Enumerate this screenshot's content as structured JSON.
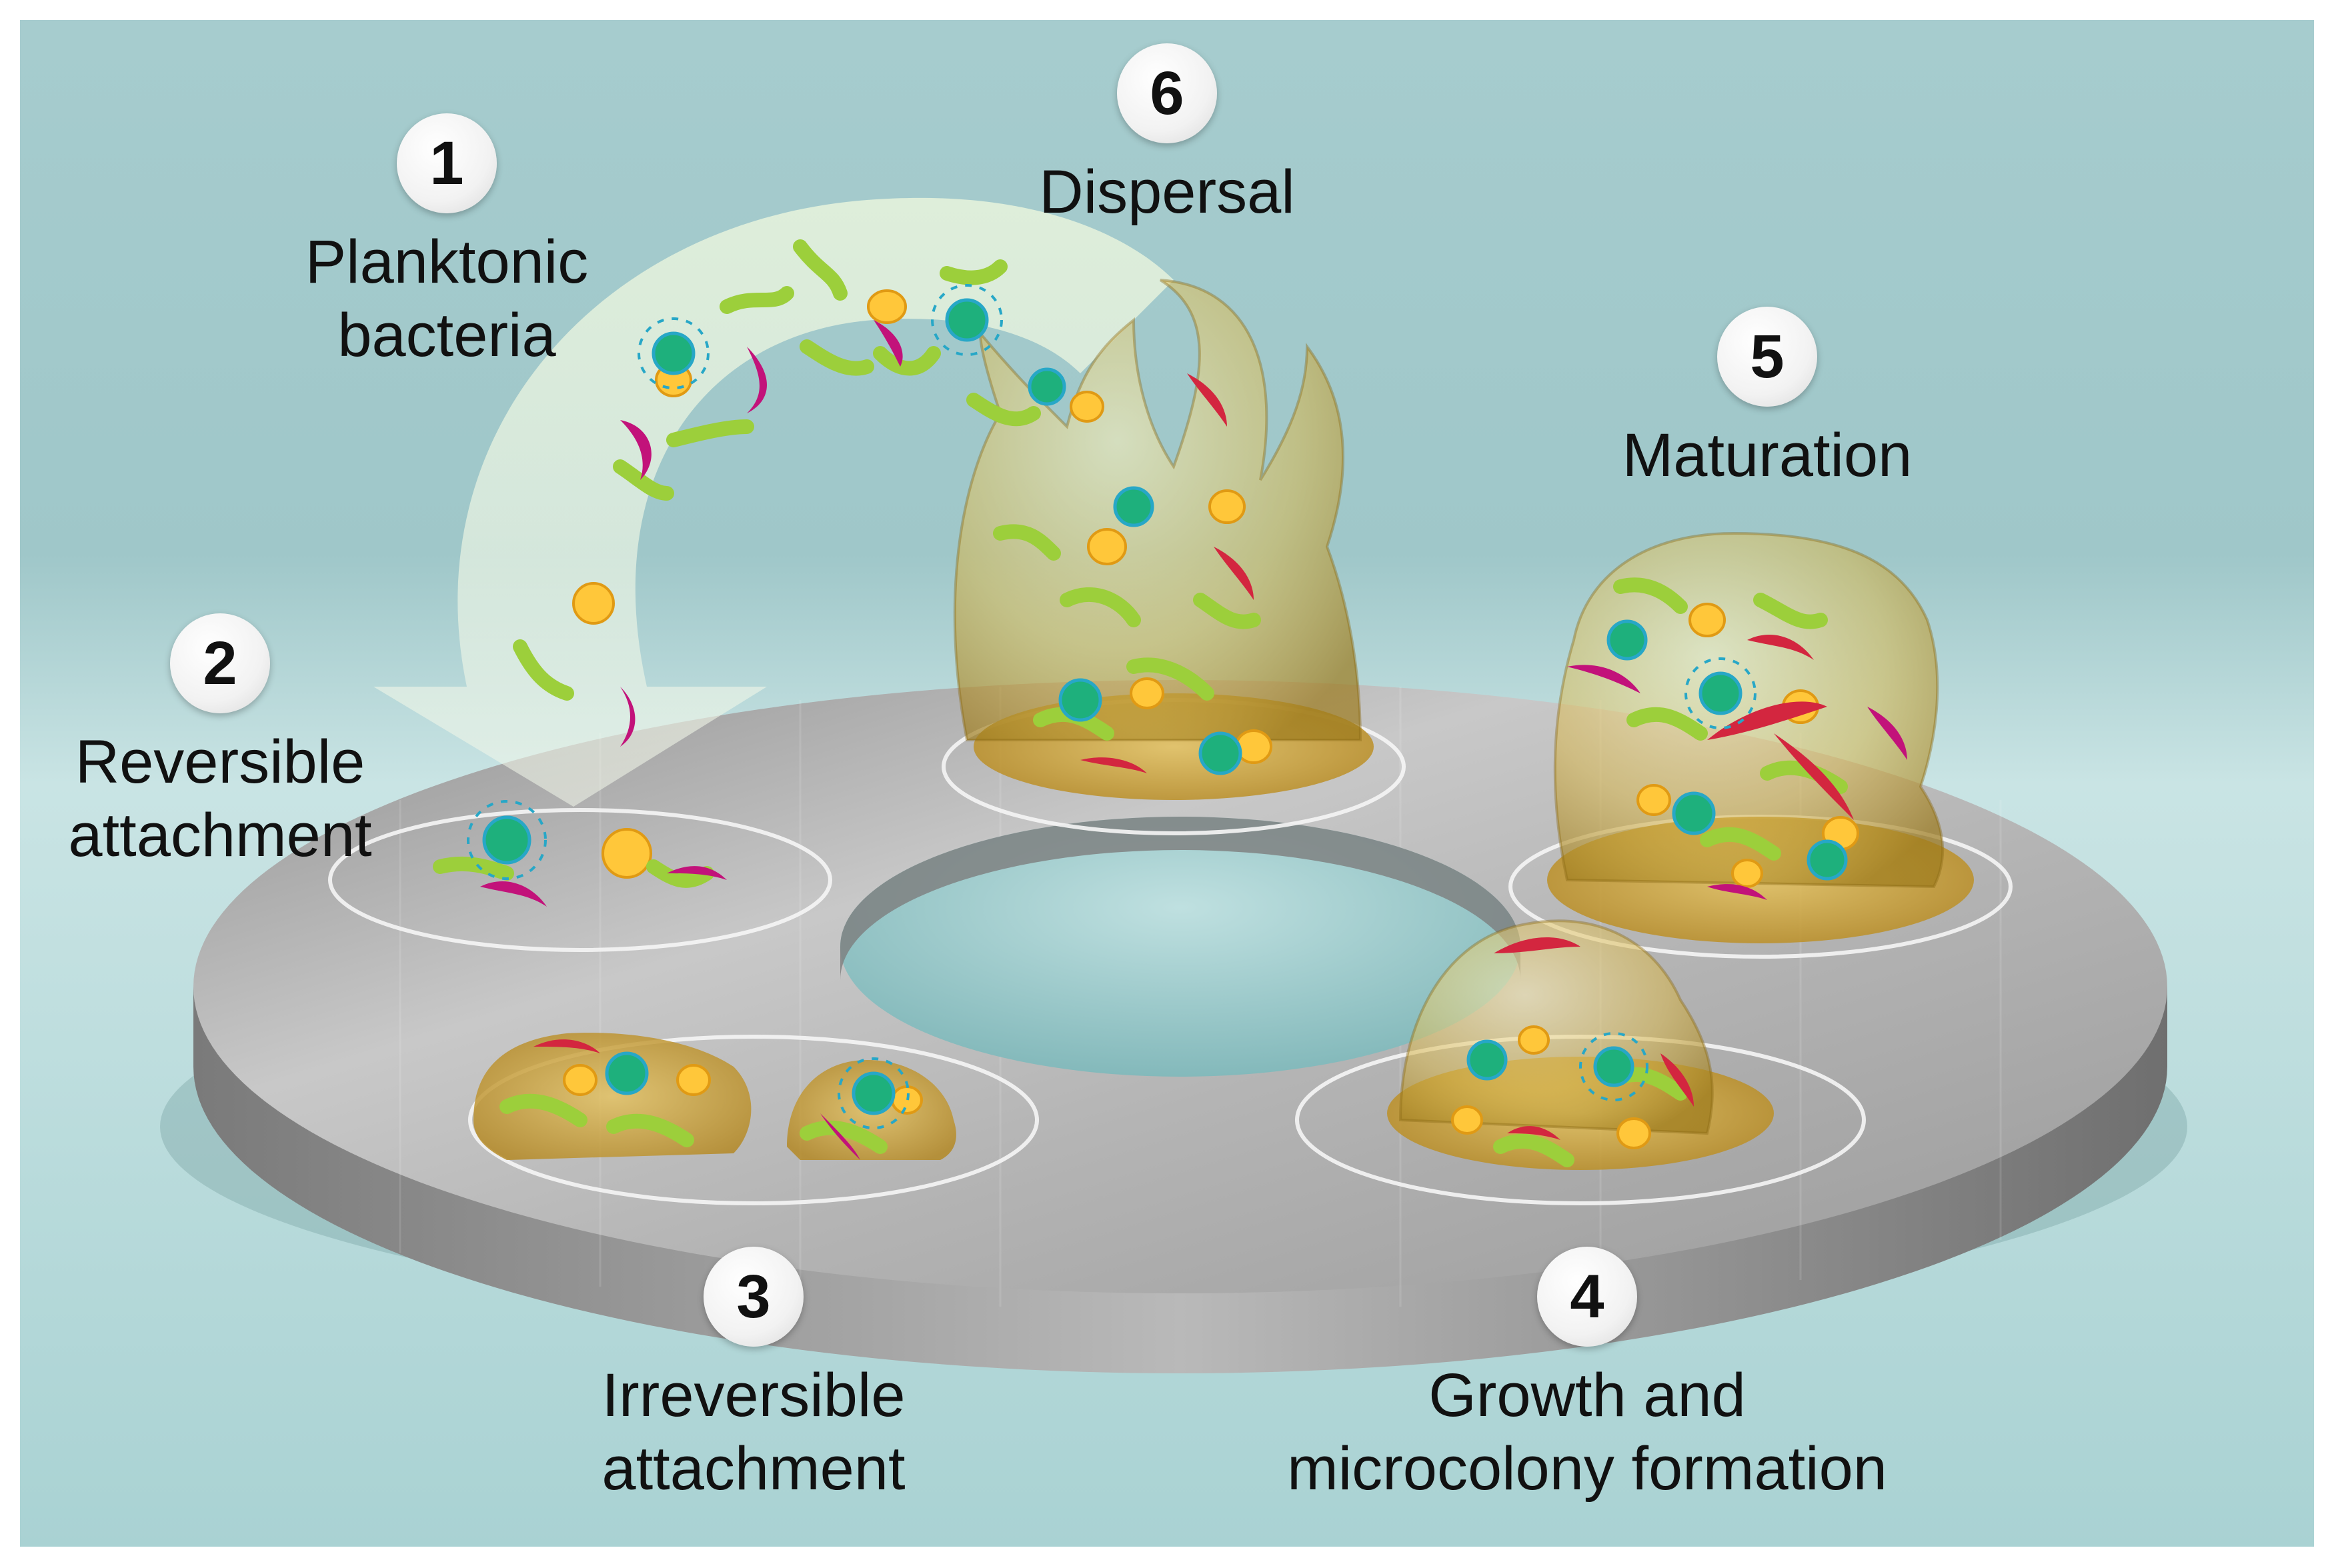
{
  "stages": [
    {
      "number": "1",
      "title_lines": [
        "Planktonic",
        "bacteria"
      ]
    },
    {
      "number": "2",
      "title_lines": [
        "Reversible",
        "attachment"
      ]
    },
    {
      "number": "3",
      "title_lines": [
        "Irreversible",
        "attachment"
      ]
    },
    {
      "number": "4",
      "title_lines": [
        "Growth and",
        "microcolony formation"
      ]
    },
    {
      "number": "5",
      "title_lines": [
        "Maturation"
      ]
    },
    {
      "number": "6",
      "title_lines": [
        "Dispersal"
      ]
    }
  ],
  "colors": {
    "background_top": "#a8cfd0",
    "background_mid": "#d6ecec",
    "disc_metal": "#bdbdbd",
    "matrix_gold": "#d9b25a",
    "bacteria_magenta": "#c2127a",
    "bacteria_green": "#9ccf3b",
    "bacteria_cyan": "#27a7c7",
    "bacteria_red": "#d3263f",
    "bacteria_yellow": "#ffc73a"
  }
}
